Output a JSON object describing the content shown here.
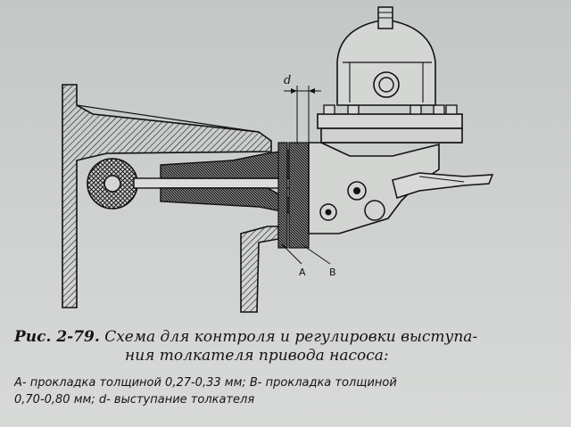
{
  "figure": {
    "labels": {
      "a": "A",
      "b": "B",
      "d": "d"
    }
  },
  "caption": {
    "figure_number": "Рис. 2-79.",
    "title_line1": "Схема для контроля и регулировки выступа-",
    "title_line2": "ния толкателя привода насоса:",
    "legend_line1": "А- прокладка толщиной 0,27-0,33 мм; В- прокладка толщиной",
    "legend_line2": "0,70-0,80 мм; d- выступание толкателя"
  }
}
